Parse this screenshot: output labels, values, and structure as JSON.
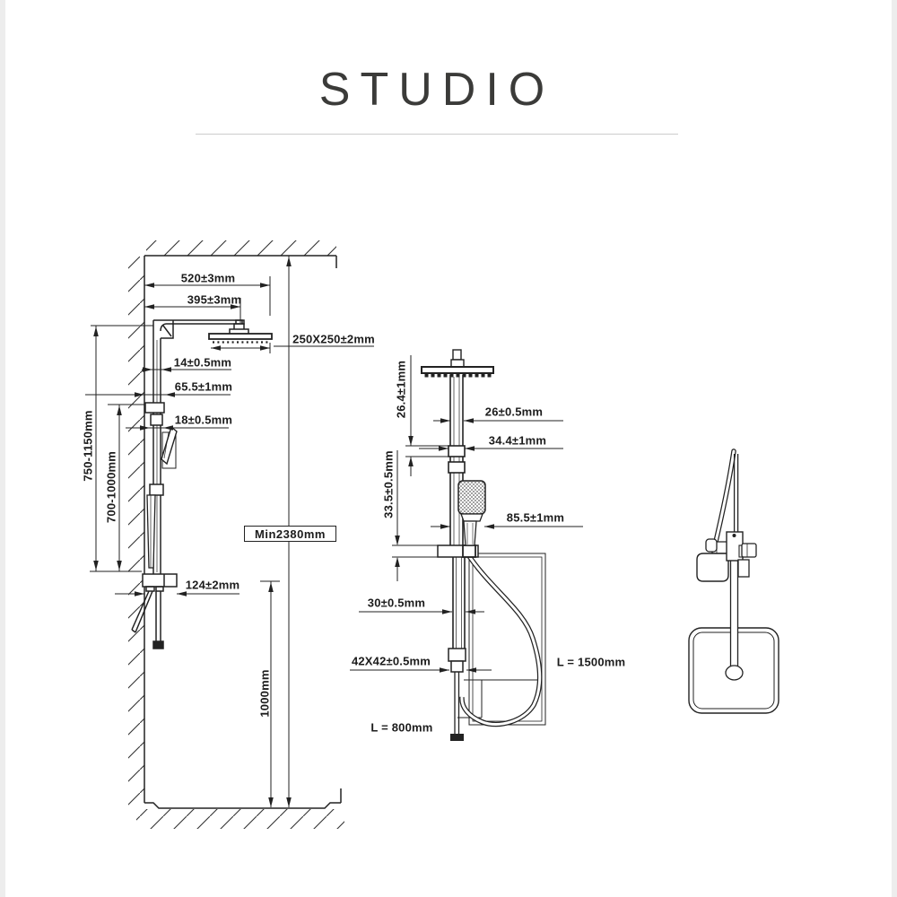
{
  "page": {
    "title": "STUDIO",
    "colors": {
      "line": "#222222",
      "title_text": "#3b3b39",
      "divider": "#cccccc",
      "background": "#ffffff"
    }
  },
  "side_view": {
    "name": "wall-installation-side-view",
    "labels": {
      "arm_reach": "520±3mm",
      "arm_length": "395±3mm",
      "head_size": "250X250±2mm",
      "pipe_width": "14±0.5mm",
      "bracket_offset": "65.5±1mm",
      "connector_width": "18±0.5mm",
      "riser_range": "750-1150mm",
      "slider_range": "700-1000mm",
      "min_ceiling_height": "Min2380mm",
      "mixer_depth": "124±2mm",
      "mixer_floor_height": "1000mm"
    }
  },
  "front_view": {
    "name": "shower-column-front-view",
    "labels": {
      "ring_height": "26.4±1mm",
      "pipe_diameter": "26±0.5mm",
      "ring_width": "34.4±1mm",
      "bracket_height": "33.5±0.5mm",
      "handset_offset": "85.5±1mm",
      "lower_pipe_width": "30±0.5mm",
      "base_connector": "42X42±0.5mm",
      "hose_length": "L = 1500mm",
      "rail_length": "L = 800mm"
    }
  },
  "top_view": {
    "name": "shower-head-top-view",
    "labels": {}
  }
}
